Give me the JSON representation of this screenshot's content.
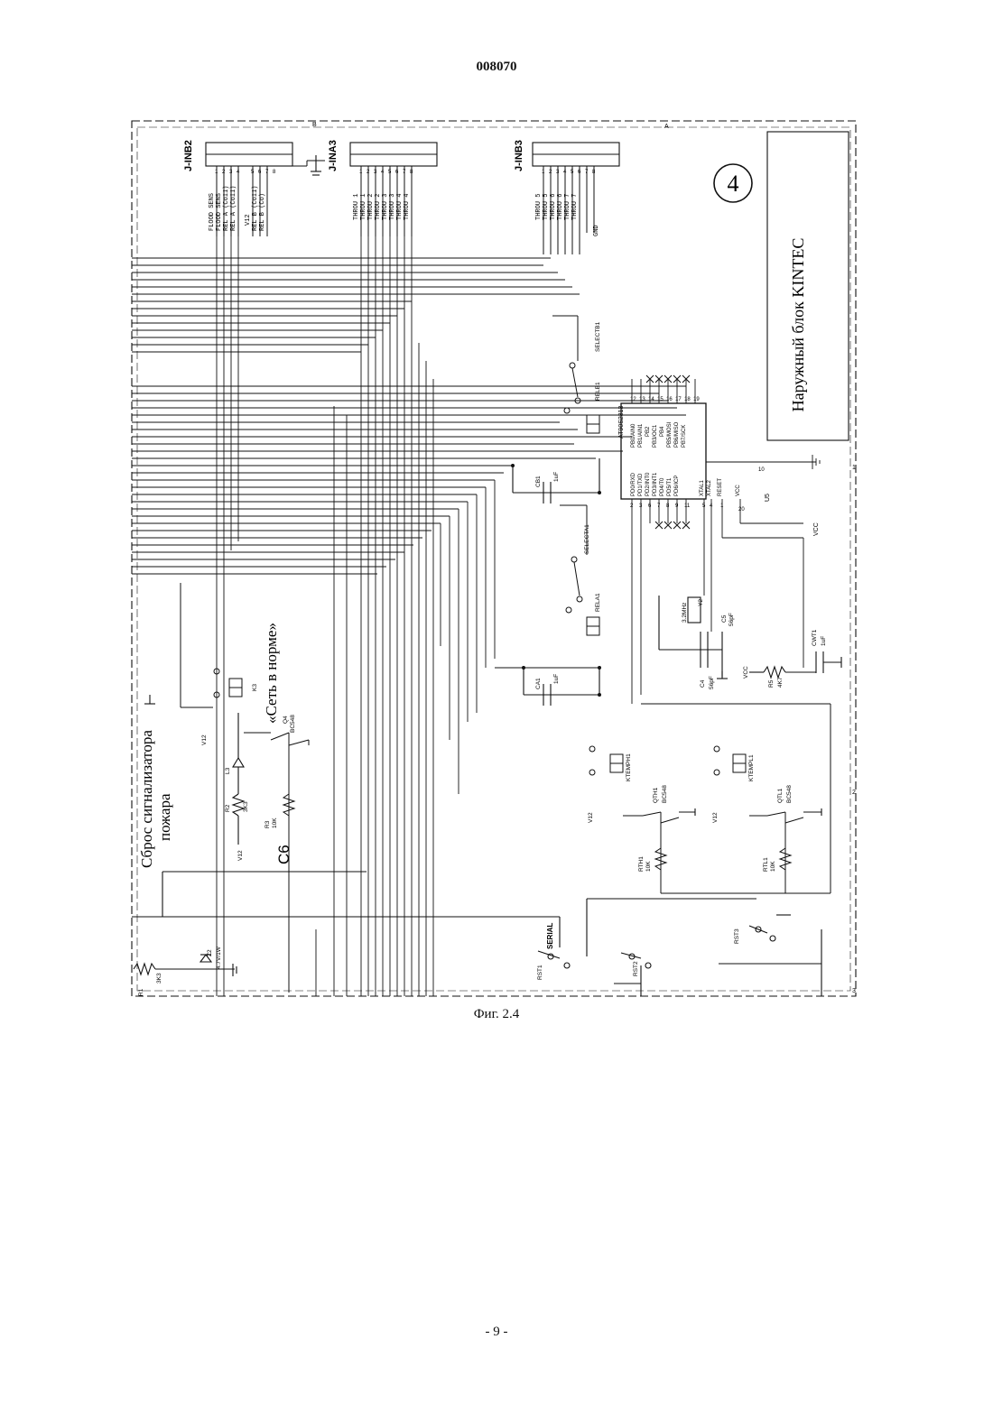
{
  "header": {
    "doc_number": "008070"
  },
  "figure": {
    "caption": "Фиг. 2.4",
    "block_title": "Наружный блок KINTEC",
    "block_number": "4",
    "annotations": {
      "fire_reset_line1": "Сброс сигнализатора",
      "fire_reset_line2": "пожара",
      "mains_ok": "«Сеть в норме»",
      "c6": "С6"
    },
    "connectors": {
      "jinb2": {
        "name": "J-INB2",
        "pins": [
          "1",
          "2",
          "3",
          "4",
          "5",
          "6",
          "7",
          "8"
        ],
        "signals": [
          "FLOOD SENS",
          "FLOOD SENS",
          "REL A (Co11)",
          "REL A (Co11)",
          "V12",
          "REL B (Co11)",
          "REL B (Co)"
        ]
      },
      "jina3": {
        "name": "J-INA3",
        "pins": [
          "1",
          "2",
          "3",
          "4",
          "5",
          "6",
          "7",
          "8"
        ],
        "signals": [
          "THROU 1",
          "THROU 1",
          "THROU 2",
          "THROU 2",
          "THROU 3",
          "THROU 3",
          "THROU 4",
          "THROU 4"
        ]
      },
      "jinb3": {
        "name": "J-INB3",
        "pins": [
          "1",
          "2",
          "3",
          "4",
          "5",
          "6",
          "7",
          "8"
        ],
        "signals": [
          "THROU 5",
          "THROU 5",
          "THROU 6",
          "THROU 6",
          "THROU 7",
          "THROU 7",
          "GND"
        ]
      }
    },
    "mcu": {
      "name": "AT90S2313",
      "ref": "U5",
      "right_pins": [
        "PB0/AIN0",
        "PB1/AIN1",
        "PB2",
        "PB3/OC1",
        "PB4",
        "PB5/MOSI",
        "PB6/MISO",
        "PB7/SCK"
      ],
      "right_nums": [
        "12",
        "13",
        "14",
        "15",
        "16",
        "17",
        "18",
        "19"
      ],
      "left_pins": [
        "PD0/RXD",
        "PD1/TXD",
        "PD2/INT0",
        "PD3/INT1",
        "PD4/T0",
        "PD5/T1",
        "PD6/ICP"
      ],
      "left_nums": [
        "2",
        "3",
        "6",
        "7",
        "8",
        "9",
        "11"
      ],
      "bottom_pins": [
        "XTAL1",
        "XTAL2",
        "RESET",
        "VCC"
      ],
      "bottom_nums": [
        "5",
        "4",
        "1",
        "20"
      ],
      "gnd_num": "10",
      "vcc_label": "VCC"
    },
    "components": {
      "selectb1": "SELECTB1",
      "relb1": "RELB1",
      "selecta1": "SELECTA1",
      "rela1": "RELA1",
      "cb1": "CB1",
      "cb1_val": "1uF",
      "ca1": "CA1",
      "ca1_val": "1uF",
      "y2": "Y2",
      "y2_val": "3.2MHz",
      "c5": "C5",
      "c5_val": "56pF",
      "c4": "C4",
      "c4_val": "56pF",
      "cwt1": "CWT1",
      "cwt1_val": "1uF",
      "r5": "R5",
      "r5_val": "4K7",
      "vcc": "VCC",
      "k3": "K3",
      "q4": "Q4",
      "q4_val": "BC548",
      "l3": "L3",
      "r2": "R2",
      "r2_val": "3K3",
      "r3": "R3",
      "r3_val": "10K",
      "v12": "V12",
      "ktemph1": "KTEMPH1",
      "ktempl1": "KTEMPL1",
      "qth1": "QTH1",
      "qth1_val": "BC548",
      "qtl1": "QTL1",
      "qtl1_val": "BC548",
      "rth1": "RTH1",
      "rth1_val": "10K",
      "rtl1": "RTL1",
      "rtl1_val": "10K",
      "serial": "SERIAL",
      "rst1": "RST1",
      "rst2": "RST2",
      "rst3": "RST3",
      "z2": "Z2",
      "z2_val": "4.7V/1W",
      "r1": "R1",
      "r1_val": "3K3"
    },
    "frame_marks": [
      "A",
      "B",
      "1",
      "2",
      "3"
    ]
  }
}
